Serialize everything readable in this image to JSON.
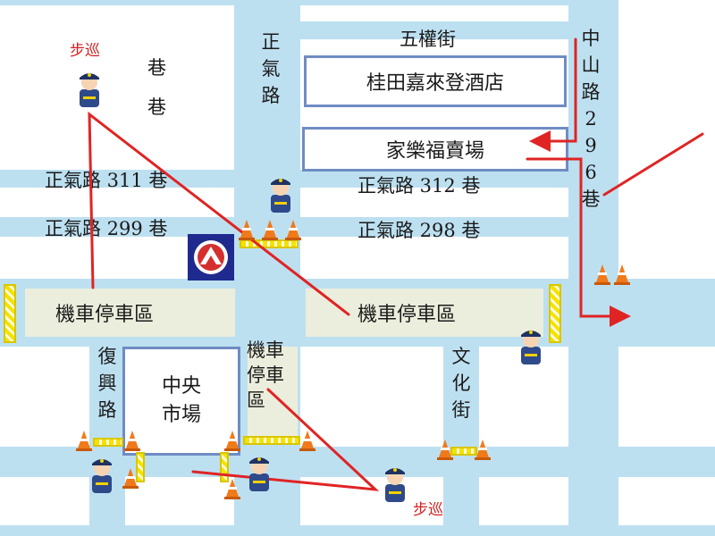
{
  "roads": {
    "zhengqi_lu": "正氣路",
    "wuquan_jie": "五權街",
    "zhongshan_lu_296_xiang": "中山路296巷",
    "xiang_1": "巷",
    "xiang_2": "巷",
    "zhengqi_lu_311_xiang": "正氣路 311 巷",
    "zhengqi_lu_299_xiang": "正氣路 299 巷",
    "zhengqi_lu_312_xiang": "正氣路 312 巷",
    "zhengqi_lu_298_xiang": "正氣路 298 巷",
    "fuxing_lu": "復興路",
    "wenhua_jie": "文化街"
  },
  "buildings": {
    "hotel": "桂田嘉來登酒店",
    "supermarket": "家樂福賣場",
    "central_market": "中央市場"
  },
  "parking": {
    "left": "機車停車區",
    "right": "機車停車區",
    "vertical": "機車停車區"
  },
  "patrol": {
    "top_left": "步巡",
    "bottom": "步巡"
  },
  "icons": {
    "police_officer": "police-officer-icon",
    "traffic_cone": "traffic-cone-icon",
    "metro_logo": "metro-logo-icon",
    "barrier": "barrier-icon"
  },
  "colors": {
    "road": "#bde0f1",
    "route": "#e02424",
    "building_border": "#6f8cc4",
    "parking": "#ebeedc",
    "metro": "#1f2a8f"
  }
}
